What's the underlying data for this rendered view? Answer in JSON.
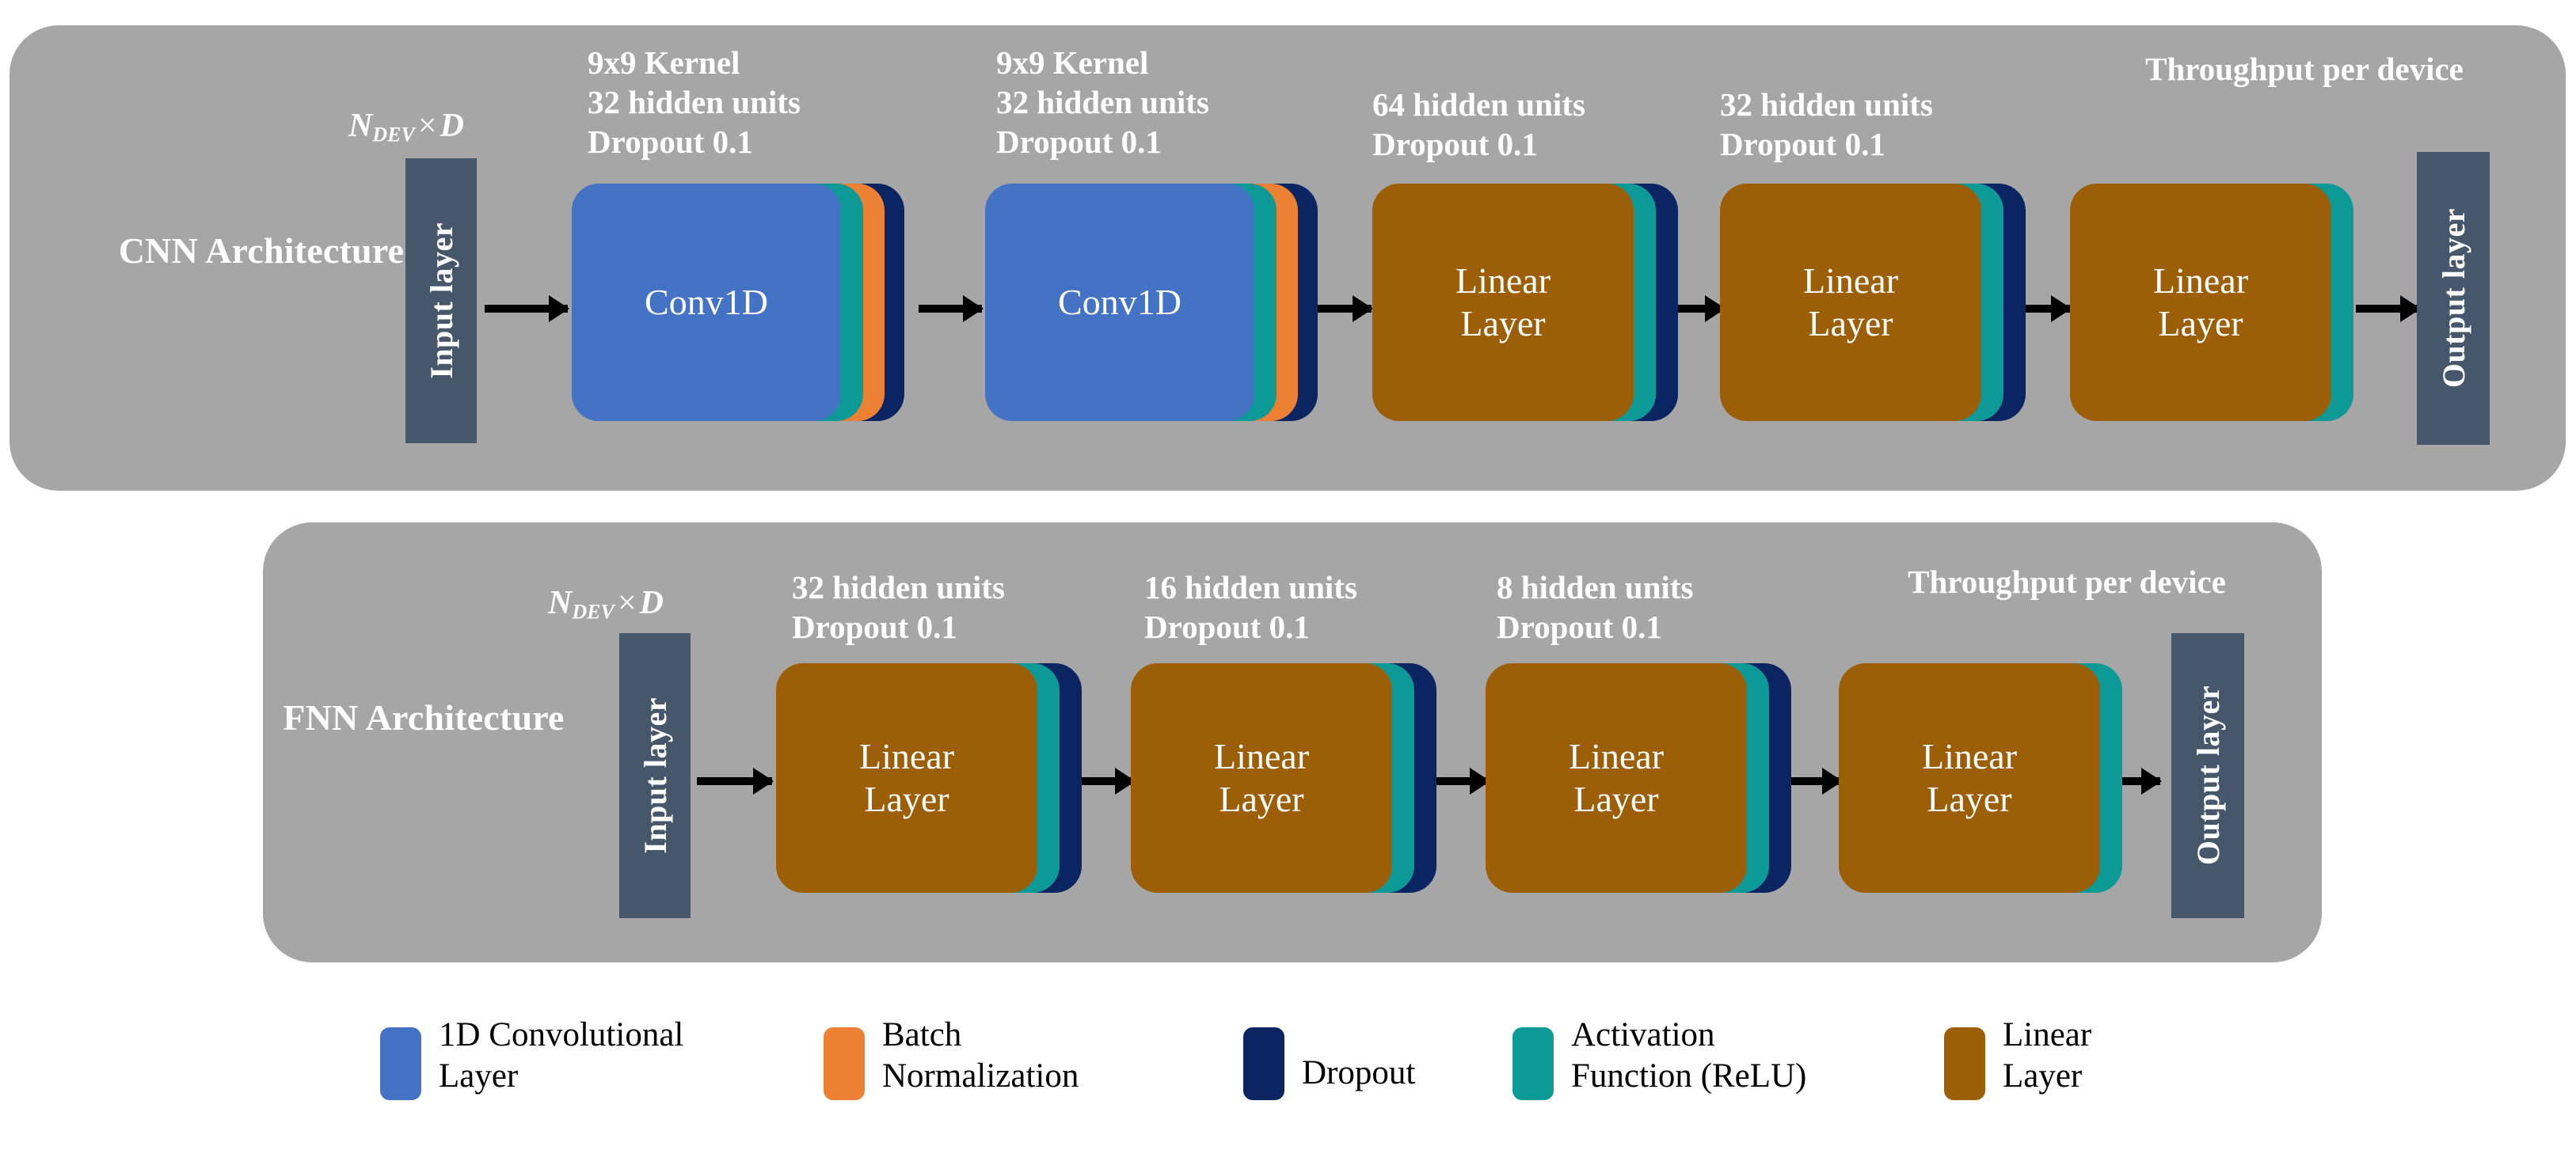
{
  "figure": {
    "title": "CNN and FNN architecture diagram",
    "colors": {
      "panel_gray": "#a6a6a6",
      "io_slate": "#46566b",
      "conv1d_blue": "#4472c4",
      "batchnorm_orange": "#ed8133",
      "dropout_navy": "#0b2563",
      "activation_teal": "#0d9a96",
      "linear_brown": "#9c5f07",
      "arrow_black": "#000000",
      "label_white": "#ffffff",
      "legend_text_black": "#000000"
    }
  },
  "rows": [
    {
      "id": "cnn",
      "title": "CNN\nArchitecture",
      "input_shape_label": {
        "n": "N",
        "sub": "DEV",
        "times": "×",
        "d": "D"
      },
      "input_block": "Input layer",
      "output_block": "Output layer",
      "annotations": [
        "9x9 Kernel\n32 hidden units\nDropout 0.1",
        "9x9 Kernel\n32 hidden units\nDropout 0.1",
        "64 hidden units\nDropout 0.1",
        "32 hidden units\nDropout 0.1",
        "Throughput per device"
      ],
      "blocks": [
        {
          "label": "Conv1D",
          "front": "conv1d_blue",
          "sheets": [
            "activation_teal",
            "batchnorm_orange",
            "dropout_navy"
          ]
        },
        {
          "label": "Conv1D",
          "front": "conv1d_blue",
          "sheets": [
            "activation_teal",
            "batchnorm_orange",
            "dropout_navy"
          ]
        },
        {
          "label": "Linear\nLayer",
          "front": "linear_brown",
          "sheets": [
            "activation_teal",
            "dropout_navy"
          ]
        },
        {
          "label": "Linear\nLayer",
          "front": "linear_brown",
          "sheets": [
            "activation_teal",
            "dropout_navy"
          ]
        },
        {
          "label": "Linear\nLayer",
          "front": "linear_brown",
          "sheets": [
            "activation_teal"
          ]
        }
      ]
    },
    {
      "id": "fnn",
      "title": "FNN\nArchitecture",
      "input_shape_label": {
        "n": "N",
        "sub": "DEV",
        "times": "×",
        "d": "D"
      },
      "input_block": "Input layer",
      "output_block": "Output layer",
      "annotations": [
        "32 hidden units\nDropout 0.1",
        "16 hidden units\nDropout 0.1",
        "8 hidden units\nDropout 0.1",
        "Throughput per device"
      ],
      "blocks": [
        {
          "label": "Linear\nLayer",
          "front": "linear_brown",
          "sheets": [
            "activation_teal",
            "dropout_navy"
          ]
        },
        {
          "label": "Linear\nLayer",
          "front": "linear_brown",
          "sheets": [
            "activation_teal",
            "dropout_navy"
          ]
        },
        {
          "label": "Linear\nLayer",
          "front": "linear_brown",
          "sheets": [
            "activation_teal",
            "dropout_navy"
          ]
        },
        {
          "label": "Linear\nLayer",
          "front": "linear_brown",
          "sheets": [
            "activation_teal"
          ]
        }
      ]
    }
  ],
  "legend": {
    "items": [
      {
        "label": "1D Convolutional\nLayer",
        "color": "#4472c4"
      },
      {
        "label": "Batch\nNormalization",
        "color": "#ed8133"
      },
      {
        "label": "Dropout",
        "color": "#0b2563"
      },
      {
        "label": "Activation\nFunction (ReLU)",
        "color": "#0d9a96"
      },
      {
        "label": "Linear\nLayer",
        "color": "#9c5f07"
      }
    ]
  }
}
